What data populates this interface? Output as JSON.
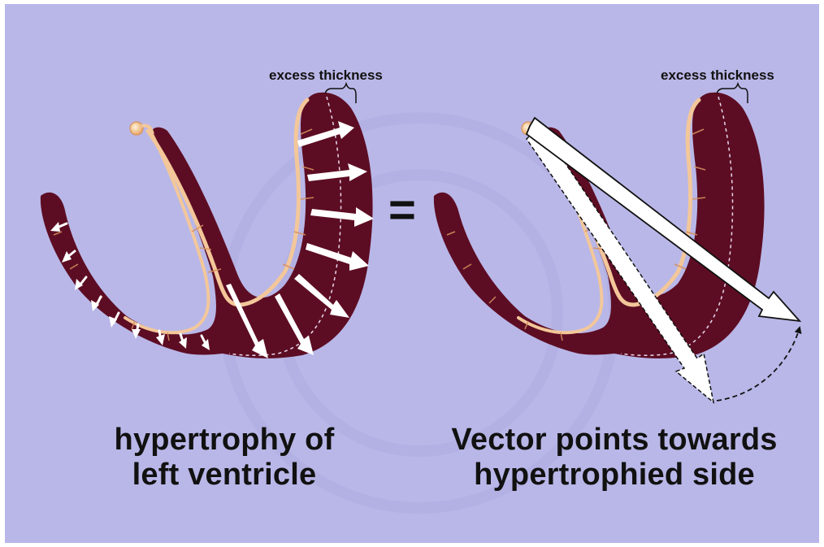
{
  "left_panel": {
    "annotation": "excess thickness",
    "caption_line1": "hypertrophy of",
    "caption_line2": "left ventricle"
  },
  "operator": "=",
  "right_panel": {
    "annotation": "excess thickness",
    "caption_line1": "Vector points towards",
    "caption_line2": "hypertrophied side"
  },
  "colors": {
    "background": "#b9b7e8",
    "myocardium": "#5d0d23",
    "conduction": "#f3c79a",
    "arrow_fill": "#ffffff",
    "text": "#111111"
  }
}
